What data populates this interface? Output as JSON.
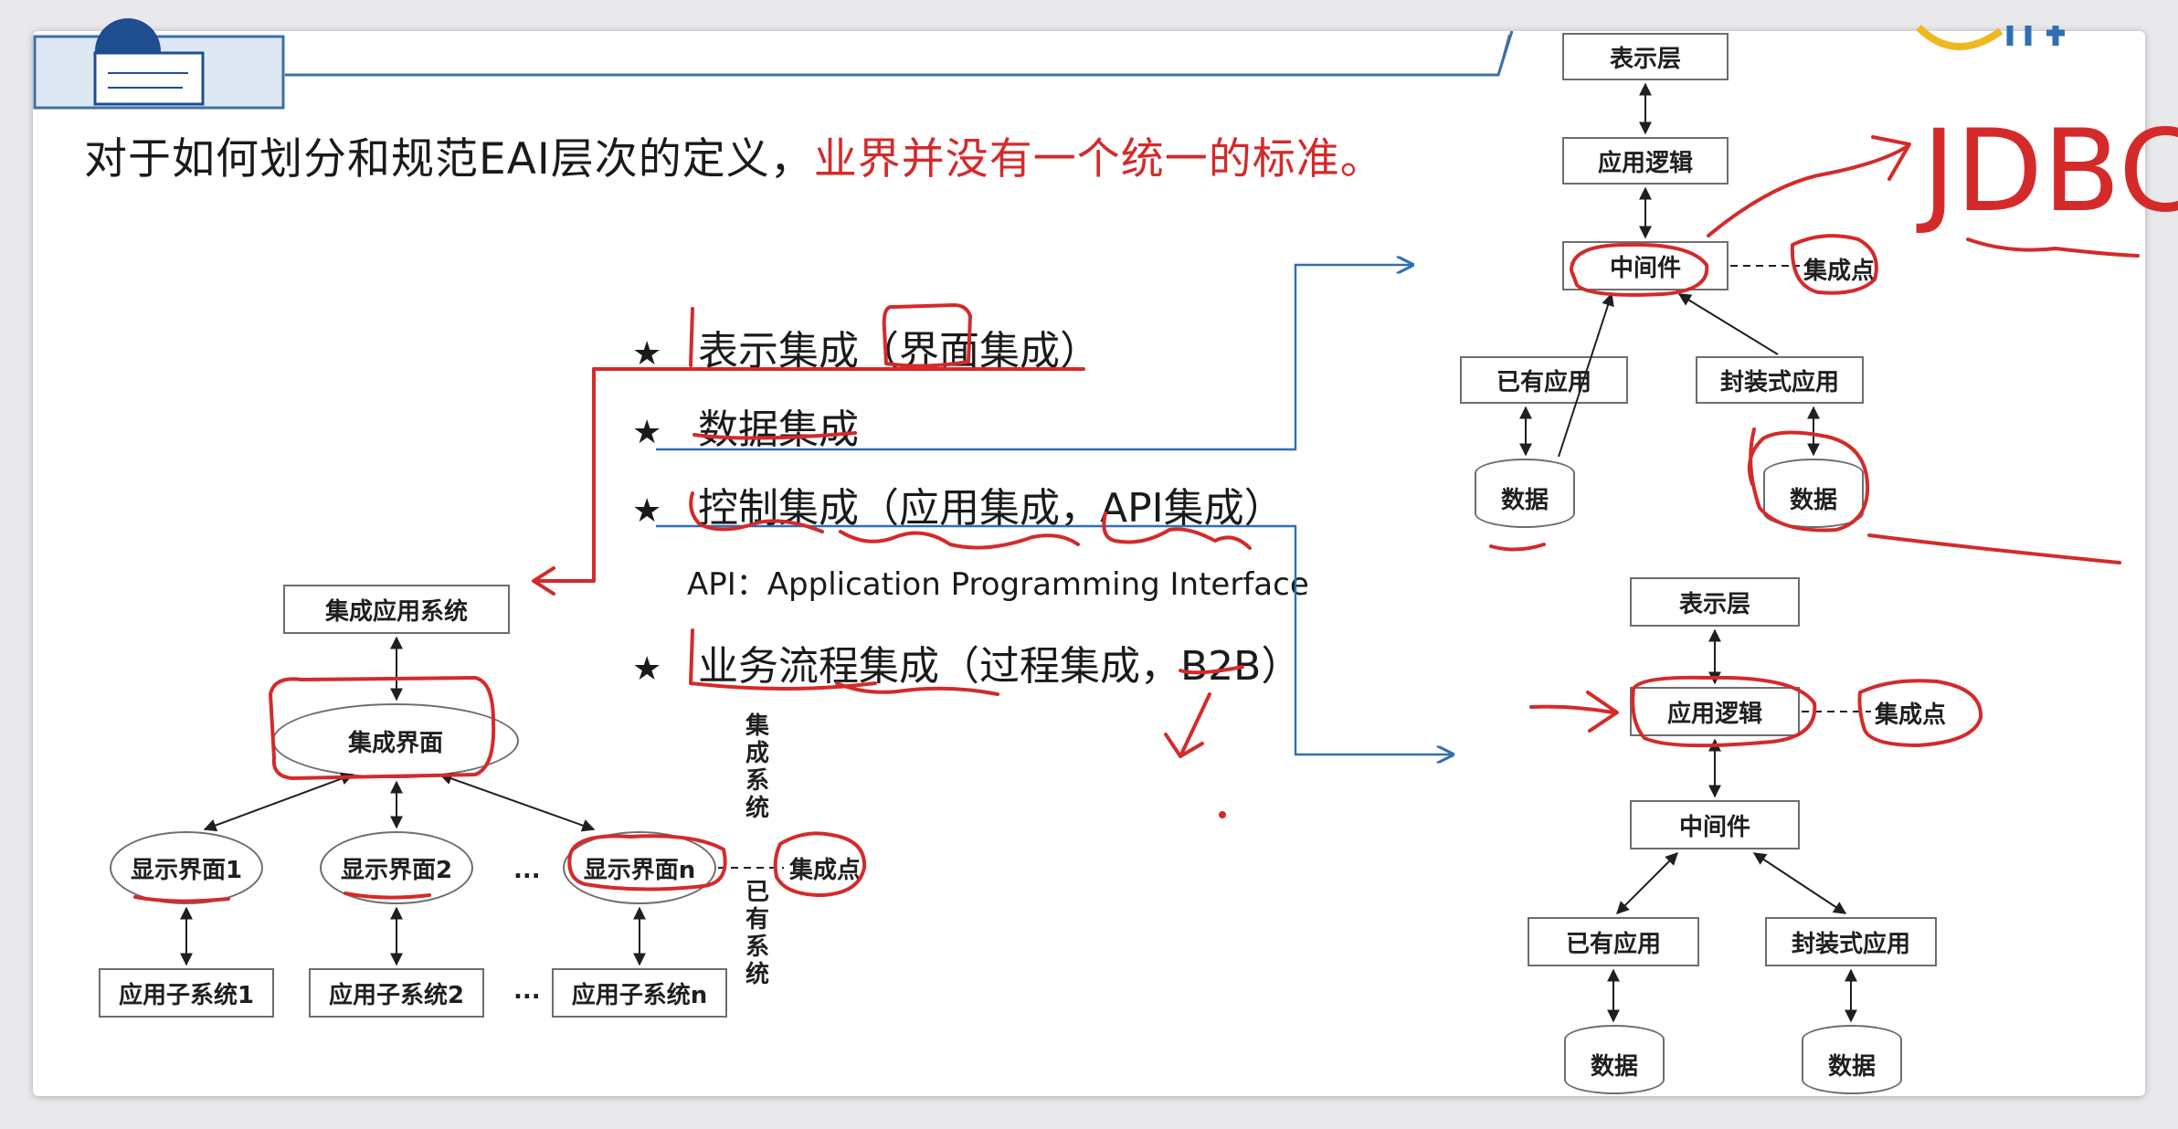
{
  "heading": {
    "black_part": "对于如何划分和规范EAI层次的定义，",
    "red_part": "业界并没有一个统一的标准。"
  },
  "items": {
    "star": "★",
    "presentation": "表示集成（界面集成）",
    "data": "数据集成",
    "control": "控制集成（应用集成，API集成）",
    "api_note": "API：Application Programming Interface",
    "business": "业务流程集成（过程集成，B2B）"
  },
  "left_diagram": {
    "top_system": "集成应用系统",
    "integration_ui": "集成界面",
    "display_1": "显示界面1",
    "display_2": "显示界面2",
    "display_n": "显示界面n",
    "subsystem_1": "应用子系统1",
    "subsystem_2": "应用子系统2",
    "subsystem_n": "应用子系统n",
    "ellipsis": "...",
    "integration_point": "集成点",
    "vertical_integration_system": "集成系统",
    "vertical_existing_system": "已有系统"
  },
  "right_top_diagram": {
    "presentation_layer": "表示层",
    "app_logic": "应用逻辑",
    "middleware": "中间件",
    "integration_point": "集成点",
    "existing_app": "已有应用",
    "wrapped_app": "封装式应用",
    "data_1": "数据",
    "data_2": "数据"
  },
  "right_bottom_diagram": {
    "presentation_layer": "表示层",
    "app_logic": "应用逻辑",
    "middleware": "中间件",
    "integration_point": "集成点",
    "existing_app": "已有应用",
    "wrapped_app": "封装式应用",
    "data_1": "数据",
    "data_2": "数据"
  },
  "annotations": {
    "handwritten": "JDBC"
  },
  "colors": {
    "annotation_red": "#d42a2a",
    "connector_blue": "#2f6fb4",
    "header_blue": "#3e6fa6",
    "box_border": "#6d6d6d"
  }
}
